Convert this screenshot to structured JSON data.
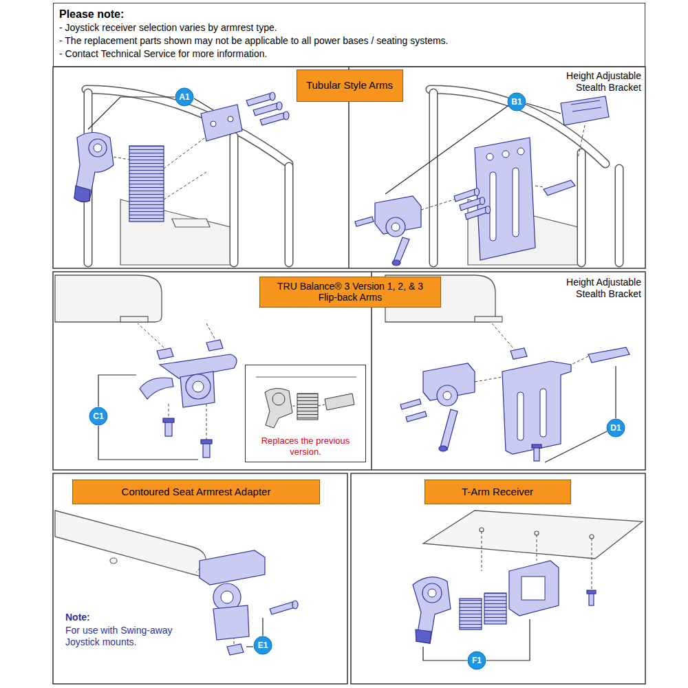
{
  "diagram": {
    "nodes": [
      {
        "text": [
          "Please note:",
          "- Joystick receiver selection varies by armrest type.",
          "- The replacement parts shown may not be applicable to all power bases / seating systems.",
          "- Contact Technical Service for more information."
        ]
      },
      {
        "text": [
          "Tubular Style Arms"
        ]
      },
      {
        "text": [
          "A1"
        ]
      },
      {
        "text": [
          "B1"
        ]
      },
      {
        "text": [
          "TRU Balance® 3 Version 1, 2, & 3 Flip-back Arms"
        ]
      },
      {
        "text": [
          "C1"
        ]
      },
      {
        "text": [
          "Replaces the previous version."
        ]
      },
      {
        "text": [
          "D1"
        ]
      },
      {
        "text": [
          "Contoured Seat Armrest Adapter"
        ]
      },
      {
        "text": [
          "E1"
        ]
      },
      {
        "text": [
          "T-Arm Receiver"
        ]
      },
      {
        "text": [
          "F1"
        ]
      }
    ],
    "labels": [
      "Height Adjustable Stealth Bracket",
      "Height Adjustable Stealth Bracket",
      "Note:",
      "For use with Swing-away Joystick mounts."
    ]
  }
}
